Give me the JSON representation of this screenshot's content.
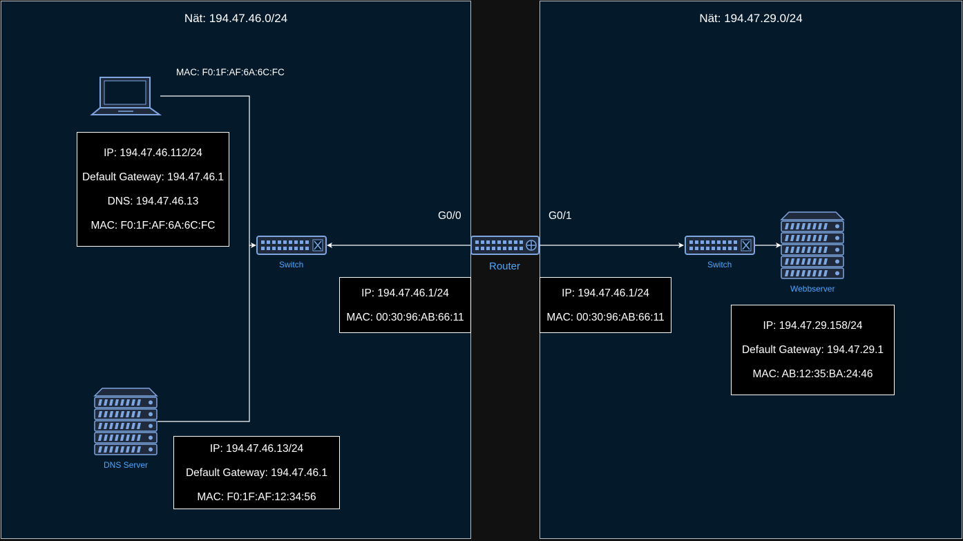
{
  "networks": {
    "left": {
      "title": "Nät: 194.47.46.0/24"
    },
    "right": {
      "title": "Nät: 194.47.29.0/24"
    }
  },
  "laptop": {
    "mac_caption": "MAC: F0:1F:AF:6A:6C:FC",
    "info": {
      "ip": "IP: 194.47.46.112/24",
      "gateway": "Default Gateway:  194.47.46.1",
      "dns": "DNS: 194.47.46.13",
      "mac": "MAC: F0:1F:AF:6A:6C:FC"
    }
  },
  "dns_server": {
    "label": "DNS Server",
    "info": {
      "ip": "IP: 194.47.46.13/24",
      "gateway": "Default Gateway:  194.47.46.1",
      "mac": "MAC: F0:1F:AF:12:34:56"
    }
  },
  "switch_left": {
    "label": "Switch"
  },
  "switch_right": {
    "label": "Switch"
  },
  "router": {
    "label": "Router",
    "port_left": "G0/0",
    "port_right": "G0/1",
    "info_left": {
      "ip": "IP: 194.47.46.1/24",
      "mac": "MAC: 00:30:96:AB:66:11"
    },
    "info_right": {
      "ip": "IP: 194.47.46.1/24",
      "mac": "MAC: 00:30:96:AB:66:11"
    }
  },
  "webserver": {
    "label": "Webbserver",
    "info": {
      "ip": "IP: 194.47.29.158/24",
      "gateway": "Default Gateway:  194.47.29.1",
      "mac": "MAC: AB:12:35:BA:24:46"
    }
  },
  "colors": {
    "background_panel": "#041a2b",
    "gap": "#111111",
    "device_fill": "#1f2a3d",
    "device_stroke": "#7ea6e0",
    "label_blue": "#4aa6ff"
  }
}
